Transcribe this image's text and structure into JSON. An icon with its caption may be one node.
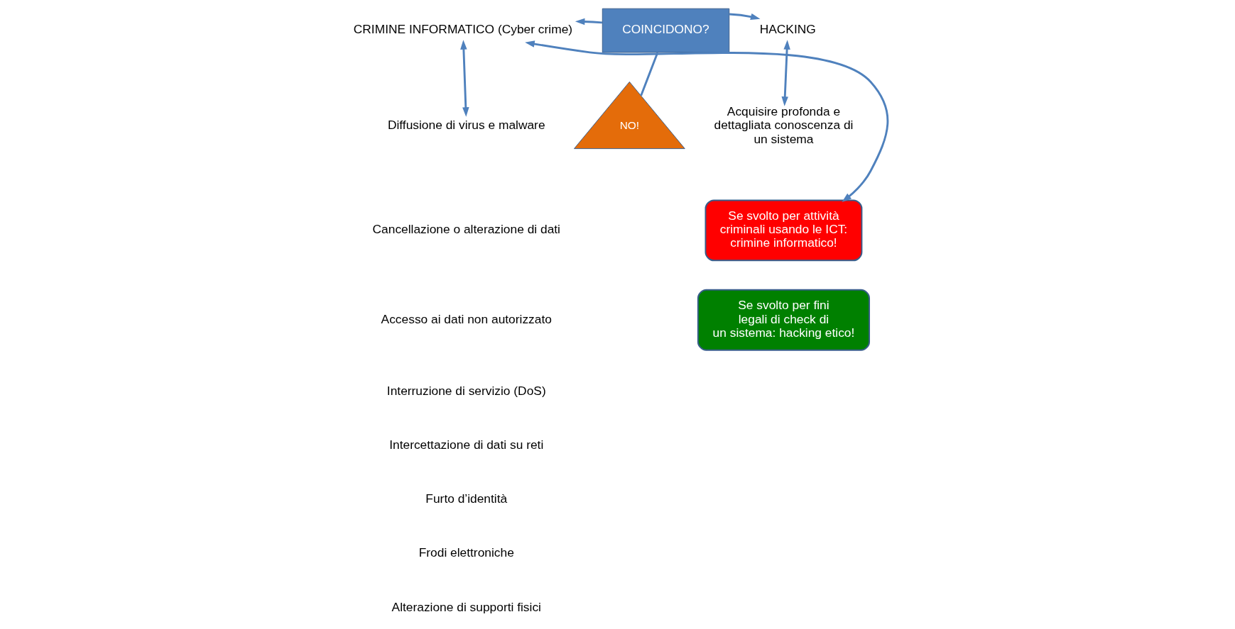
{
  "diagram": {
    "nodes": [
      {
        "text": [
          "CRIMINE INFORMATICO (Cyber crime)"
        ]
      },
      {
        "text": [
          "COINCIDONO?"
        ]
      },
      {
        "text": [
          "HACKING"
        ]
      },
      {
        "text": [
          "Diffusione di virus e malware"
        ]
      },
      {
        "text": [
          "Acquisire profonda e dettagliata conoscenza di un sistema"
        ]
      },
      {
        "text": [
          "NO!"
        ]
      },
      {
        "text": [
          "Se svolto per attività criminali usando le ICT: crimine informatico!"
        ]
      },
      {
        "text": [
          "Se svolto per fini legali di check di un sistema: hacking etico!"
        ]
      }
    ],
    "edges": [
      {
        "from": 1,
        "to": 0,
        "arrow": "to"
      },
      {
        "from": 1,
        "to": 2,
        "arrow": "to"
      },
      {
        "from": 0,
        "to": 3,
        "arrow": "both"
      },
      {
        "from": 2,
        "to": 4,
        "arrow": "both"
      },
      {
        "from": 1,
        "to": 5,
        "arrow": "none"
      },
      {
        "from": 0,
        "to": 6,
        "arrow": "both"
      }
    ],
    "labels": [
      "Cancellazione o alterazione di dati",
      "Accesso ai dati non autorizzato",
      "Interruzione di servizio (DoS)",
      "Intercettazione di dati su reti",
      "Furto d’identità",
      "Frodi elettroniche",
      "Alterazione di supporti fisici"
    ]
  }
}
